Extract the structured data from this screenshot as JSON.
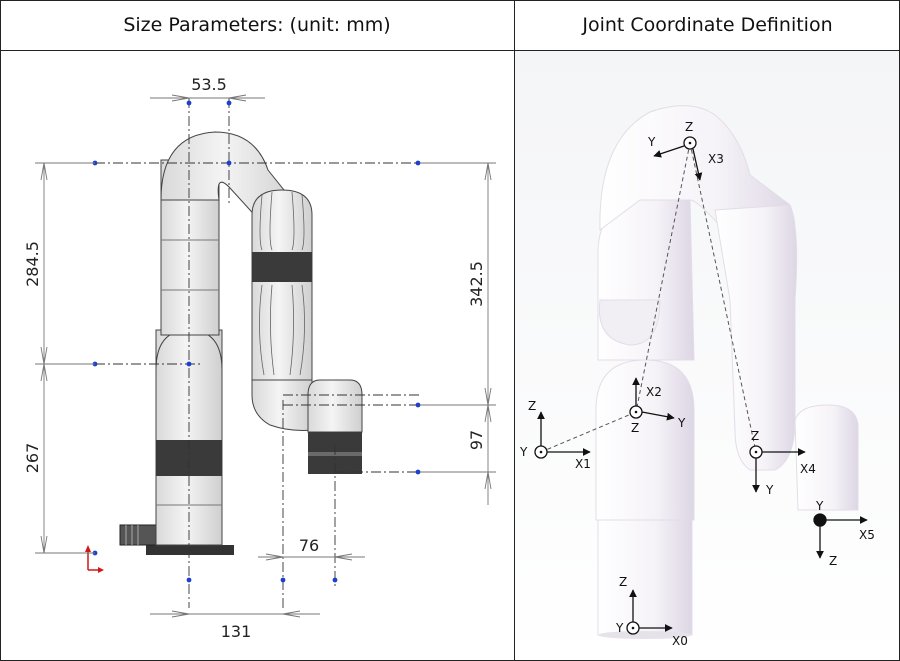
{
  "headers": {
    "left": "Size Parameters: (unit: mm)",
    "right": "Joint Coordinate Definition"
  },
  "dimensions": {
    "d_53_5": "53.5",
    "d_284_5": "284.5",
    "d_267": "267",
    "d_342_5": "342.5",
    "d_97": "97",
    "d_76": "76",
    "d_131": "131"
  },
  "frames": {
    "x0": "X0",
    "x1": "X1",
    "x2": "X2",
    "x3": "X3",
    "x4": "X4",
    "x5": "X5",
    "y": "Y",
    "z": "Z"
  }
}
